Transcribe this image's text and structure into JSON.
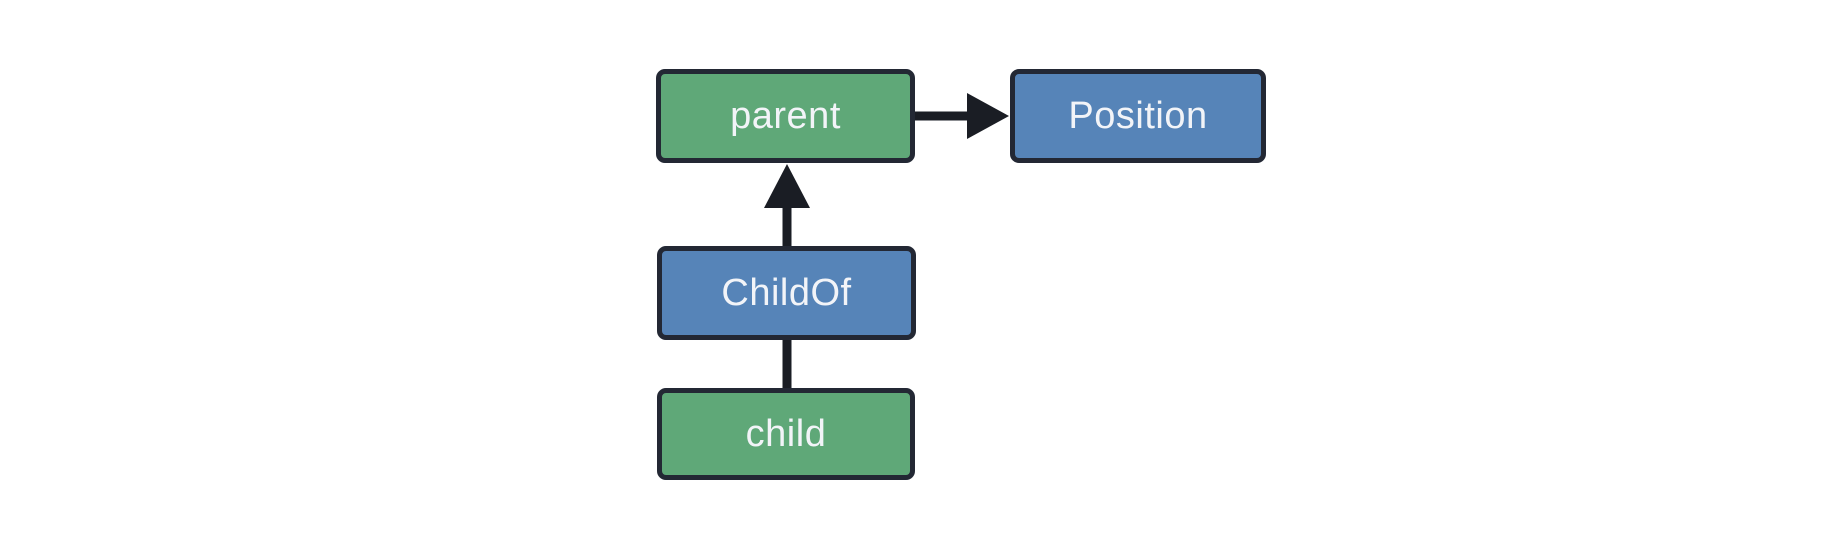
{
  "diagram": {
    "nodes": {
      "parent": {
        "label": "parent",
        "kind": "entity"
      },
      "position": {
        "label": "Position",
        "kind": "component"
      },
      "childof": {
        "label": "ChildOf",
        "kind": "relationship"
      },
      "child": {
        "label": "child",
        "kind": "entity"
      }
    },
    "edges": [
      {
        "from": "parent",
        "to": "Position",
        "style": "arrow"
      },
      {
        "from": "ChildOf",
        "to": "parent",
        "style": "arrow"
      },
      {
        "from": "child",
        "to": "ChildOf",
        "style": "line"
      }
    ],
    "colors": {
      "background": "#ffffff",
      "entity_fill": "#5FA878",
      "component_fill": "#5684B8",
      "border": "#232834",
      "edge": "#1A1D24",
      "text": "#F2F4F8"
    }
  }
}
